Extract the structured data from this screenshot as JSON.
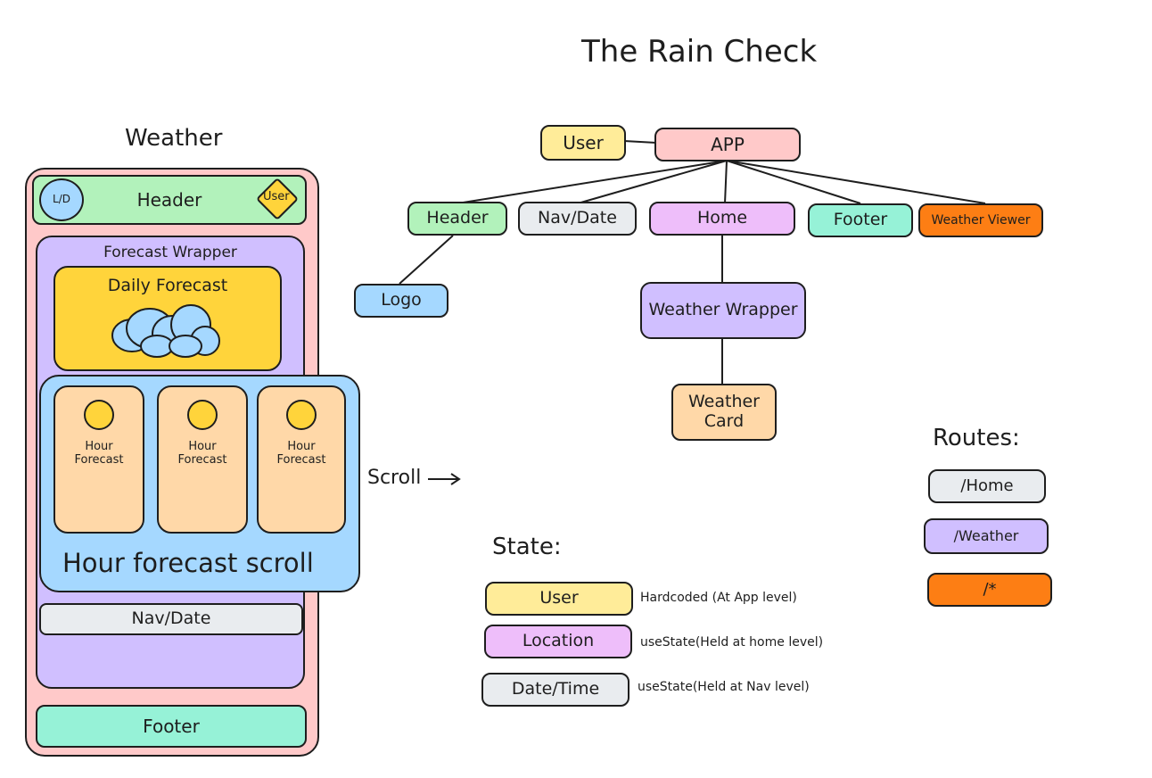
{
  "title": "The Rain Check",
  "mockup": {
    "label": "Weather",
    "header": {
      "toggle": "L/D",
      "title": "Header",
      "user": "User"
    },
    "forecast_wrapper": "Forecast Wrapper",
    "daily_forecast": "Daily Forecast",
    "hour_cards": [
      {
        "label": "Hour Forecast"
      },
      {
        "label": "Hour Forecast"
      },
      {
        "label": "Hour Forecast"
      }
    ],
    "hour_scroll": "Hour forecast scroll",
    "nav_date": "Nav/Date",
    "footer": "Footer",
    "scroll_label": "Scroll"
  },
  "tree": {
    "app": "APP",
    "user": "User",
    "header": "Header",
    "nav_date": "Nav/Date",
    "home": "Home",
    "footer": "Footer",
    "weather_viewer": "Weather Viewer",
    "logo": "Logo",
    "weather_wrapper": "Weather Wrapper",
    "weather_card": "Weather Card"
  },
  "routes": {
    "title": "Routes:",
    "items": [
      "/Home",
      "/Weather",
      "/*"
    ]
  },
  "state": {
    "title": "State:",
    "items": [
      {
        "name": "User",
        "desc": "Hardcoded (At App level)"
      },
      {
        "name": "Location",
        "desc": "useState(Held at home level)"
      },
      {
        "name": "Date/Time",
        "desc": "useState(Held at Nav level)"
      }
    ]
  },
  "colors": {
    "red": "#ffc9c9",
    "green": "#b2f2bb",
    "violet": "#d0bfff",
    "yellow": "#ffd43b",
    "blue": "#a5d8ff",
    "orange_light": "#ffd8a8",
    "gray": "#e9ecef",
    "teal": "#96f2d7",
    "pink": "#eebefa",
    "pale_yellow": "#ffec99",
    "orange": "#fd7e14"
  }
}
